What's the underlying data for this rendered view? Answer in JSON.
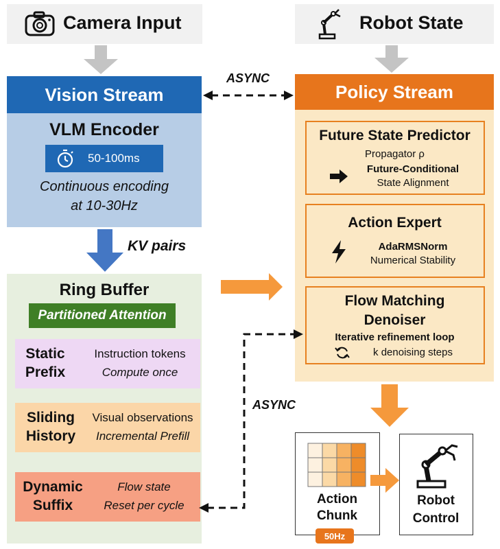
{
  "inputs": {
    "camera": "Camera Input",
    "robot_state": "Robot State"
  },
  "async_label": "ASYNC",
  "vision": {
    "header": "Vision Stream",
    "encoder_title": "VLM Encoder",
    "latency": "50-100ms",
    "desc_line1": "Continuous encoding",
    "desc_line2": "at 10-30Hz"
  },
  "kv_label": "KV pairs",
  "policy": {
    "header": "Policy Stream",
    "fsp": {
      "title": "Future State Predictor",
      "line1": "Propagator ρ",
      "line2": "Future-Conditional",
      "line3": "State Alignment"
    },
    "expert": {
      "title": "Action Expert",
      "line1": "AdaRMSNorm",
      "line2": "Numerical Stability"
    },
    "flow": {
      "title_line1": "Flow Matching",
      "title_line2": "Denoiser",
      "line1": "Iterative refinement loop",
      "line2": "k denoising steps"
    }
  },
  "ring": {
    "title": "Ring Buffer",
    "partition": "Partitioned Attention",
    "static": {
      "title_line1": "Static",
      "title_line2": "Prefix",
      "line1": "Instruction tokens",
      "line2": "Compute once",
      "color": "#eed8f4"
    },
    "sliding": {
      "title_line1": "Sliding",
      "title_line2": "History",
      "line1": "Visual observations",
      "line2": "Incremental Prefill",
      "color": "#fbd6a8"
    },
    "dynamic": {
      "title_line1": "Dynamic",
      "title_line2": "Suffix",
      "line1": "Flow state",
      "line2": "Reset per cycle",
      "color": "#f6a083"
    }
  },
  "output": {
    "chunk_line1": "Action",
    "chunk_line2": "Chunk",
    "rate": "50Hz",
    "control_line1": "Robot",
    "control_line2": "Control"
  },
  "colors": {
    "vision": "#1f68b4",
    "policy": "#e7751c",
    "arrow_orange": "#f5993c",
    "arrow_gray": "#c4c4c4",
    "arrow_blue": "#4477c4"
  }
}
